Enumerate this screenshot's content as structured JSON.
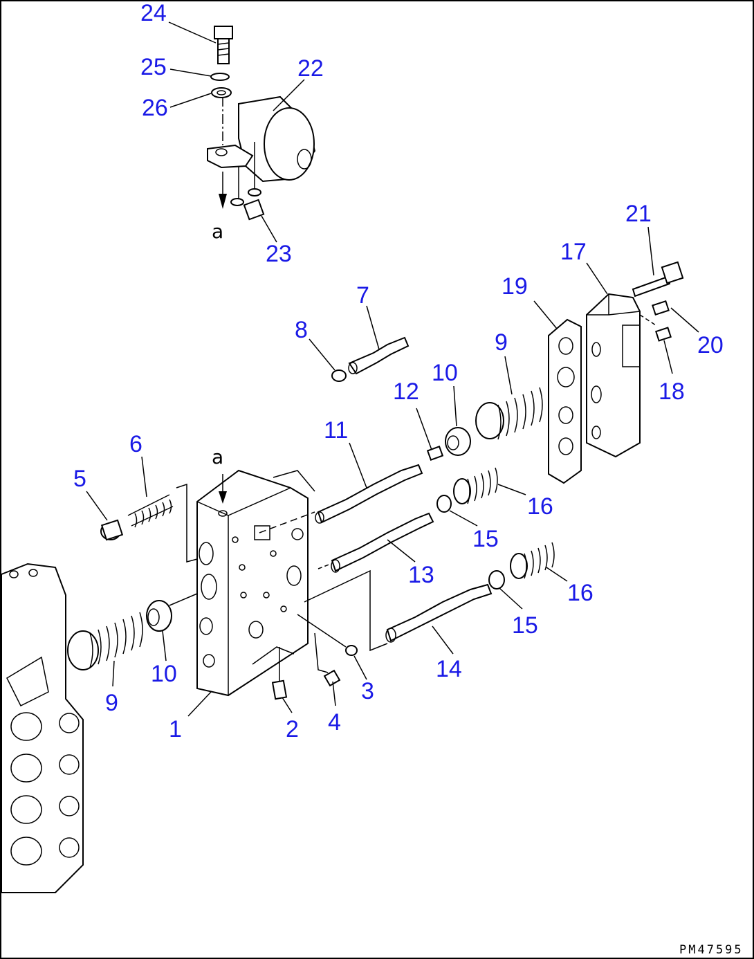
{
  "labels": {
    "p1": "1",
    "p2": "2",
    "p3": "3",
    "p4": "4",
    "p5": "5",
    "p6": "6",
    "p7": "7",
    "p8": "8",
    "p9a": "9",
    "p9b": "9",
    "p10a": "10",
    "p10b": "10",
    "p11": "11",
    "p12": "12",
    "p13": "13",
    "p14": "14",
    "p15a": "15",
    "p15b": "15",
    "p16a": "16",
    "p16b": "16",
    "p17": "17",
    "p18": "18",
    "p19": "19",
    "p20": "20",
    "p21": "21",
    "p22": "22",
    "p23": "23",
    "p24": "24",
    "p25": "25",
    "p26": "26"
  },
  "view_marker": "a",
  "drawing_code": "PM47595",
  "colors": {
    "label": "#1a1ae6",
    "line": "#000000",
    "background": "#ffffff"
  }
}
